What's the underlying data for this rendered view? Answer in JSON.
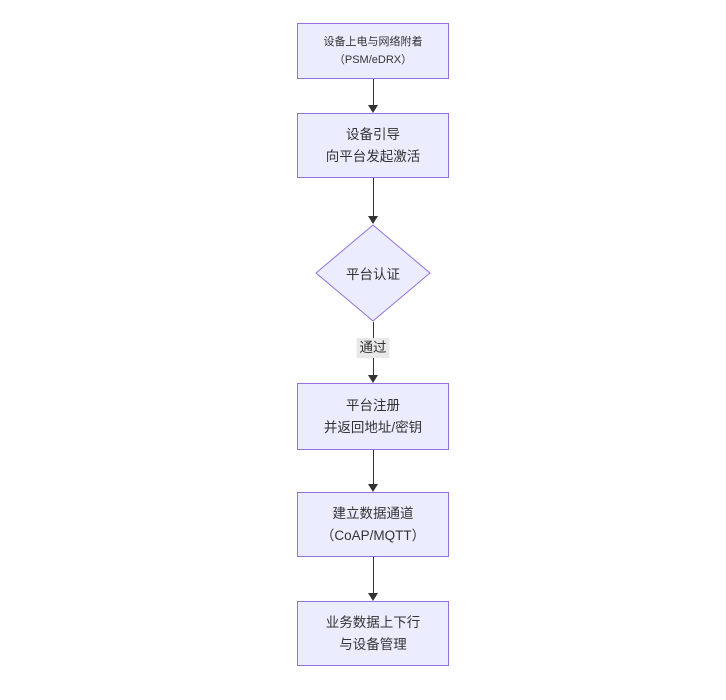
{
  "flowchart": {
    "nodes": [
      {
        "id": "power-attach",
        "shape": "rect",
        "line1": "设备上电与网络附着",
        "line2": "（PSM/eDRX）"
      },
      {
        "id": "bootstrap-activate",
        "shape": "rect",
        "line1": "设备引导",
        "line2": "向平台发起激活"
      },
      {
        "id": "platform-auth",
        "shape": "diamond",
        "label": "平台认证"
      },
      {
        "id": "platform-register",
        "shape": "rect",
        "line1": "平台注册",
        "line2": "并返回地址/密钥"
      },
      {
        "id": "data-channel",
        "shape": "rect",
        "line1": "建立数据通道",
        "line2": "（CoAP/MQTT）"
      },
      {
        "id": "business-data",
        "shape": "rect",
        "line1": "业务数据上下行",
        "line2": "与设备管理"
      }
    ],
    "edges": [
      {
        "from": "power-attach",
        "to": "bootstrap-activate",
        "label": ""
      },
      {
        "from": "bootstrap-activate",
        "to": "platform-auth",
        "label": ""
      },
      {
        "from": "platform-auth",
        "to": "platform-register",
        "label": "通过"
      },
      {
        "from": "platform-register",
        "to": "data-channel",
        "label": ""
      },
      {
        "from": "data-channel",
        "to": "business-data",
        "label": ""
      }
    ],
    "colors": {
      "node_fill": "#ECECFF",
      "node_border": "#9370DB",
      "arrow": "#333333",
      "text": "#333333",
      "edge_label_bg": "#e8e8e8"
    }
  }
}
